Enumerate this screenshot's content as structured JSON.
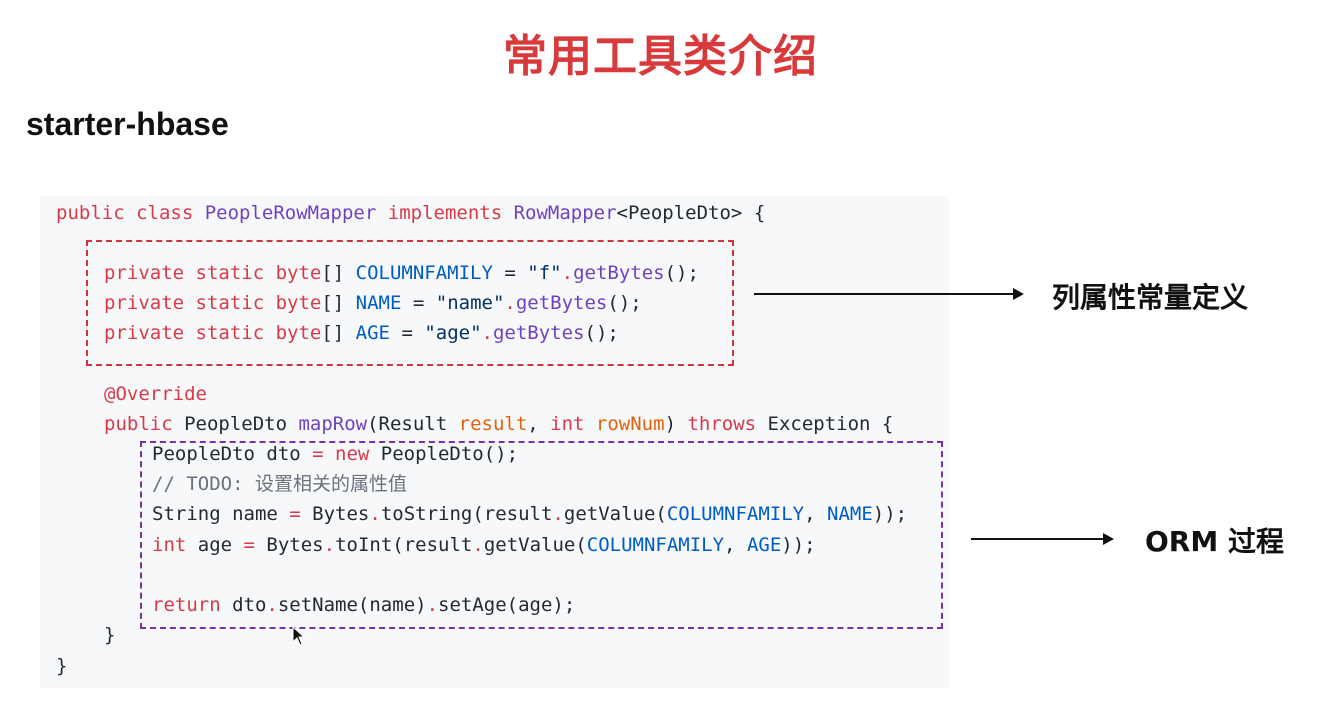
{
  "slide": {
    "title": "常用工具类介绍",
    "subtitle": "starter-hbase",
    "accent_color": "#d8393b"
  },
  "code": {
    "language": "java",
    "lines": [
      [
        {
          "t": "kw",
          "v": "public "
        },
        {
          "t": "kw",
          "v": "class "
        },
        {
          "t": "cls",
          "v": "PeopleRowMapper "
        },
        {
          "t": "kw",
          "v": "implements "
        },
        {
          "t": "cls",
          "v": "RowMapper"
        },
        {
          "t": "plain",
          "v": "<PeopleDto> {"
        }
      ],
      [
        {
          "t": "kw",
          "v": "private static byte"
        },
        {
          "t": "plain",
          "v": "[] "
        },
        {
          "t": "const",
          "v": "COLUMNFAMILY"
        },
        {
          "t": "plain",
          "v": " = "
        },
        {
          "t": "str",
          "v": "\"f\""
        },
        {
          "t": "dot",
          "v": "."
        },
        {
          "t": "fn",
          "v": "getBytes"
        },
        {
          "t": "plain",
          "v": "();"
        }
      ],
      [
        {
          "t": "kw",
          "v": "private static byte"
        },
        {
          "t": "plain",
          "v": "[] "
        },
        {
          "t": "const",
          "v": "NAME"
        },
        {
          "t": "plain",
          "v": " = "
        },
        {
          "t": "str",
          "v": "\"name\""
        },
        {
          "t": "dot",
          "v": "."
        },
        {
          "t": "fn",
          "v": "getBytes"
        },
        {
          "t": "plain",
          "v": "();"
        }
      ],
      [
        {
          "t": "kw",
          "v": "private static byte"
        },
        {
          "t": "plain",
          "v": "[] "
        },
        {
          "t": "const",
          "v": "AGE"
        },
        {
          "t": "plain",
          "v": " = "
        },
        {
          "t": "str",
          "v": "\"age\""
        },
        {
          "t": "dot",
          "v": "."
        },
        {
          "t": "fn",
          "v": "getBytes"
        },
        {
          "t": "plain",
          "v": "();"
        }
      ],
      [
        {
          "t": "kw",
          "v": "@Override"
        }
      ],
      [
        {
          "t": "kw",
          "v": "public "
        },
        {
          "t": "plain",
          "v": "PeopleDto "
        },
        {
          "t": "fn",
          "v": "mapRow"
        },
        {
          "t": "plain",
          "v": "(Result "
        },
        {
          "t": "param",
          "v": "result"
        },
        {
          "t": "plain",
          "v": ", "
        },
        {
          "t": "kw",
          "v": "int "
        },
        {
          "t": "param",
          "v": "rowNum"
        },
        {
          "t": "plain",
          "v": ") "
        },
        {
          "t": "kw",
          "v": "throws "
        },
        {
          "t": "plain",
          "v": "Exception {"
        }
      ],
      [
        {
          "t": "plain",
          "v": "PeopleDto dto "
        },
        {
          "t": "kw",
          "v": "= new "
        },
        {
          "t": "plain",
          "v": "PeopleDto();"
        }
      ],
      [
        {
          "t": "cmt",
          "v": "// TODO: 设置相关的属性值"
        }
      ],
      [
        {
          "t": "plain",
          "v": "String name "
        },
        {
          "t": "kw",
          "v": "="
        },
        {
          "t": "plain",
          "v": " Bytes"
        },
        {
          "t": "dot",
          "v": "."
        },
        {
          "t": "plain",
          "v": "toString(result"
        },
        {
          "t": "dot",
          "v": "."
        },
        {
          "t": "plain",
          "v": "getValue("
        },
        {
          "t": "const",
          "v": "COLUMNFAMILY"
        },
        {
          "t": "plain",
          "v": ", "
        },
        {
          "t": "const",
          "v": "NAME"
        },
        {
          "t": "plain",
          "v": "));"
        }
      ],
      [
        {
          "t": "kw",
          "v": "int "
        },
        {
          "t": "plain",
          "v": "age "
        },
        {
          "t": "kw",
          "v": "="
        },
        {
          "t": "plain",
          "v": " Bytes"
        },
        {
          "t": "dot",
          "v": "."
        },
        {
          "t": "plain",
          "v": "toInt(result"
        },
        {
          "t": "dot",
          "v": "."
        },
        {
          "t": "plain",
          "v": "getValue("
        },
        {
          "t": "const",
          "v": "COLUMNFAMILY"
        },
        {
          "t": "plain",
          "v": ", "
        },
        {
          "t": "const",
          "v": "AGE"
        },
        {
          "t": "plain",
          "v": "));"
        }
      ],
      [],
      [
        {
          "t": "kw",
          "v": "return "
        },
        {
          "t": "plain",
          "v": "dto"
        },
        {
          "t": "dot",
          "v": "."
        },
        {
          "t": "plain",
          "v": "setName(name)"
        },
        {
          "t": "dot",
          "v": "."
        },
        {
          "t": "plain",
          "v": "setAge(age);"
        }
      ],
      [
        {
          "t": "plain",
          "v": "}"
        }
      ],
      [
        {
          "t": "plain",
          "v": "}"
        }
      ]
    ]
  },
  "annotations": {
    "column_constants": "列属性常量定义",
    "orm_process": "ORM 过程"
  },
  "colors": {
    "red_box": "#d0343a",
    "purple_box": "#7b2fa8",
    "code_bg": "#f6f8fa"
  }
}
